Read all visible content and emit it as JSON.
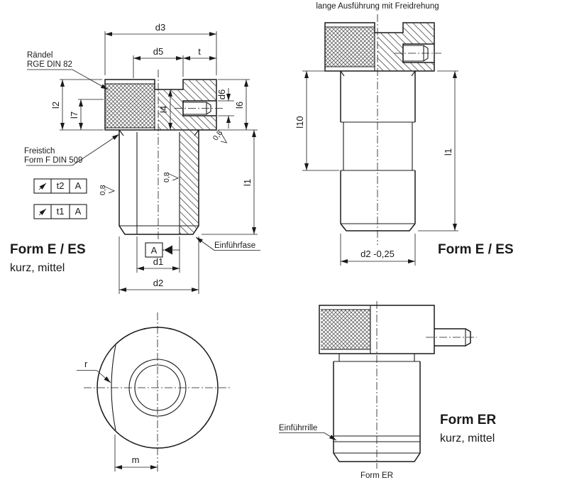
{
  "colors": {
    "ink": "#1a1a1a",
    "background": "#ffffff"
  },
  "left_view": {
    "raendel_line1": "Rändel",
    "raendel_line2": "RGE DIN 82",
    "freistich_line1": "Freistich",
    "freistich_line2": "Form F DIN 509",
    "einfuehrfase": "Einführfase",
    "roughness": "0,8",
    "datum": "A",
    "t2": "t2",
    "t1": "t1",
    "d3": "d3",
    "d5": "d5",
    "t": "t",
    "d6": "d6",
    "l6": "l6",
    "l2": "l2",
    "l7": "l7",
    "l4": "l4",
    "l1": "l1",
    "d1": "d1",
    "d2": "d2",
    "caption1": "Form E / ES",
    "caption2": "kurz, mittel"
  },
  "right_view": {
    "title": "lange Ausführung mit Freidrehung",
    "l10": "l10",
    "l1": "l1",
    "d2_tol": "d2 -0,25",
    "caption": "Form E / ES"
  },
  "circle_view": {
    "r": "r",
    "m": "m"
  },
  "er_view": {
    "einfuehrrille": "Einführrille",
    "caption1": "Form ER",
    "caption2": "kurz, mittel",
    "bottom_caption": "Form ER"
  }
}
